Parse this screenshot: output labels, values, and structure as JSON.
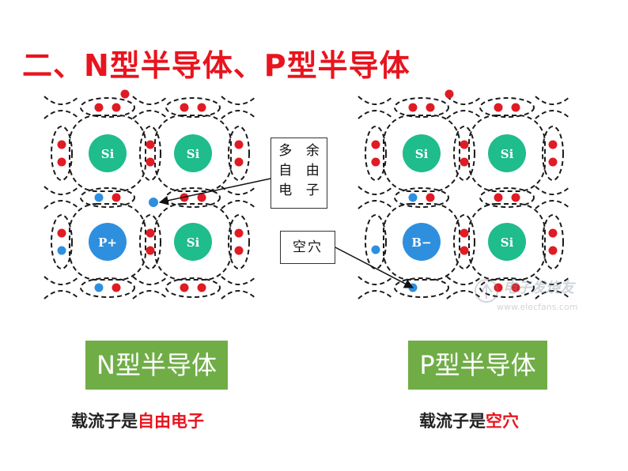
{
  "title": "二、N型半导体、P型半导体",
  "lattice_left": {
    "atoms": [
      {
        "label": "Si",
        "color": "#1fbc8c"
      },
      {
        "label": "Si",
        "color": "#1fbc8c"
      },
      {
        "label": "P+",
        "color": "#2f8fdf"
      },
      {
        "label": "Si",
        "color": "#1fbc8c"
      }
    ]
  },
  "lattice_right": {
    "atoms": [
      {
        "label": "Si",
        "color": "#1fbc8c"
      },
      {
        "label": "Si",
        "color": "#1fbc8c"
      },
      {
        "label": "B−",
        "color": "#2f8fdf"
      },
      {
        "label": "Si",
        "color": "#1fbc8c"
      }
    ]
  },
  "callouts": {
    "free_electron": [
      "多 余",
      "自 由",
      "电 子"
    ],
    "hole": "空穴"
  },
  "n_type": {
    "label": "N型半导体",
    "carrier_prefix": "载流子是",
    "carrier_highlight": "自由电子"
  },
  "p_type": {
    "label": "P型半导体",
    "carrier_prefix": "载流子是",
    "carrier_highlight": "空穴"
  },
  "colors": {
    "title": "#e8141e",
    "electron": "#e01b24",
    "extra_electron": "#2f8fdf",
    "type_box": "#70ad47",
    "highlight": "#e8141e"
  },
  "watermark": {
    "main": "电子发烧友",
    "sub": "www.elecfans.com"
  }
}
